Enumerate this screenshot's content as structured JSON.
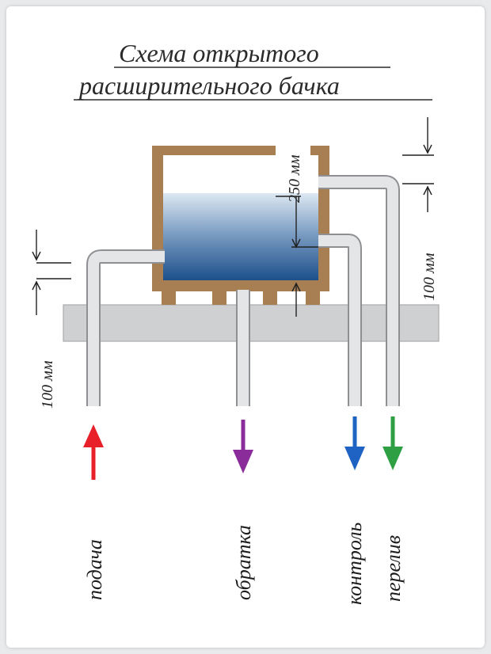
{
  "title": {
    "line1": "Схема открытого",
    "line2": "расширительного бачка"
  },
  "dimensions": {
    "tank_gap": "250 мм",
    "overflow_rise": "100 мм",
    "supply_rise": "100 мм"
  },
  "pipes": [
    {
      "key": "supply",
      "label": "подача",
      "direction": "up",
      "arrow_color": "#e8202a"
    },
    {
      "key": "return",
      "label": "обратка",
      "direction": "down",
      "arrow_color": "#8a2c9a"
    },
    {
      "key": "control",
      "label": "контроль",
      "direction": "down",
      "arrow_color": "#1e63c4"
    },
    {
      "key": "overflow",
      "label": "перелив",
      "direction": "down",
      "arrow_color": "#2ea043"
    }
  ],
  "colors": {
    "tank_wall": "#a77f53",
    "water_top": "#dde8f2",
    "water_bottom": "#1c4f8a",
    "slab": "#cfd0d2"
  }
}
